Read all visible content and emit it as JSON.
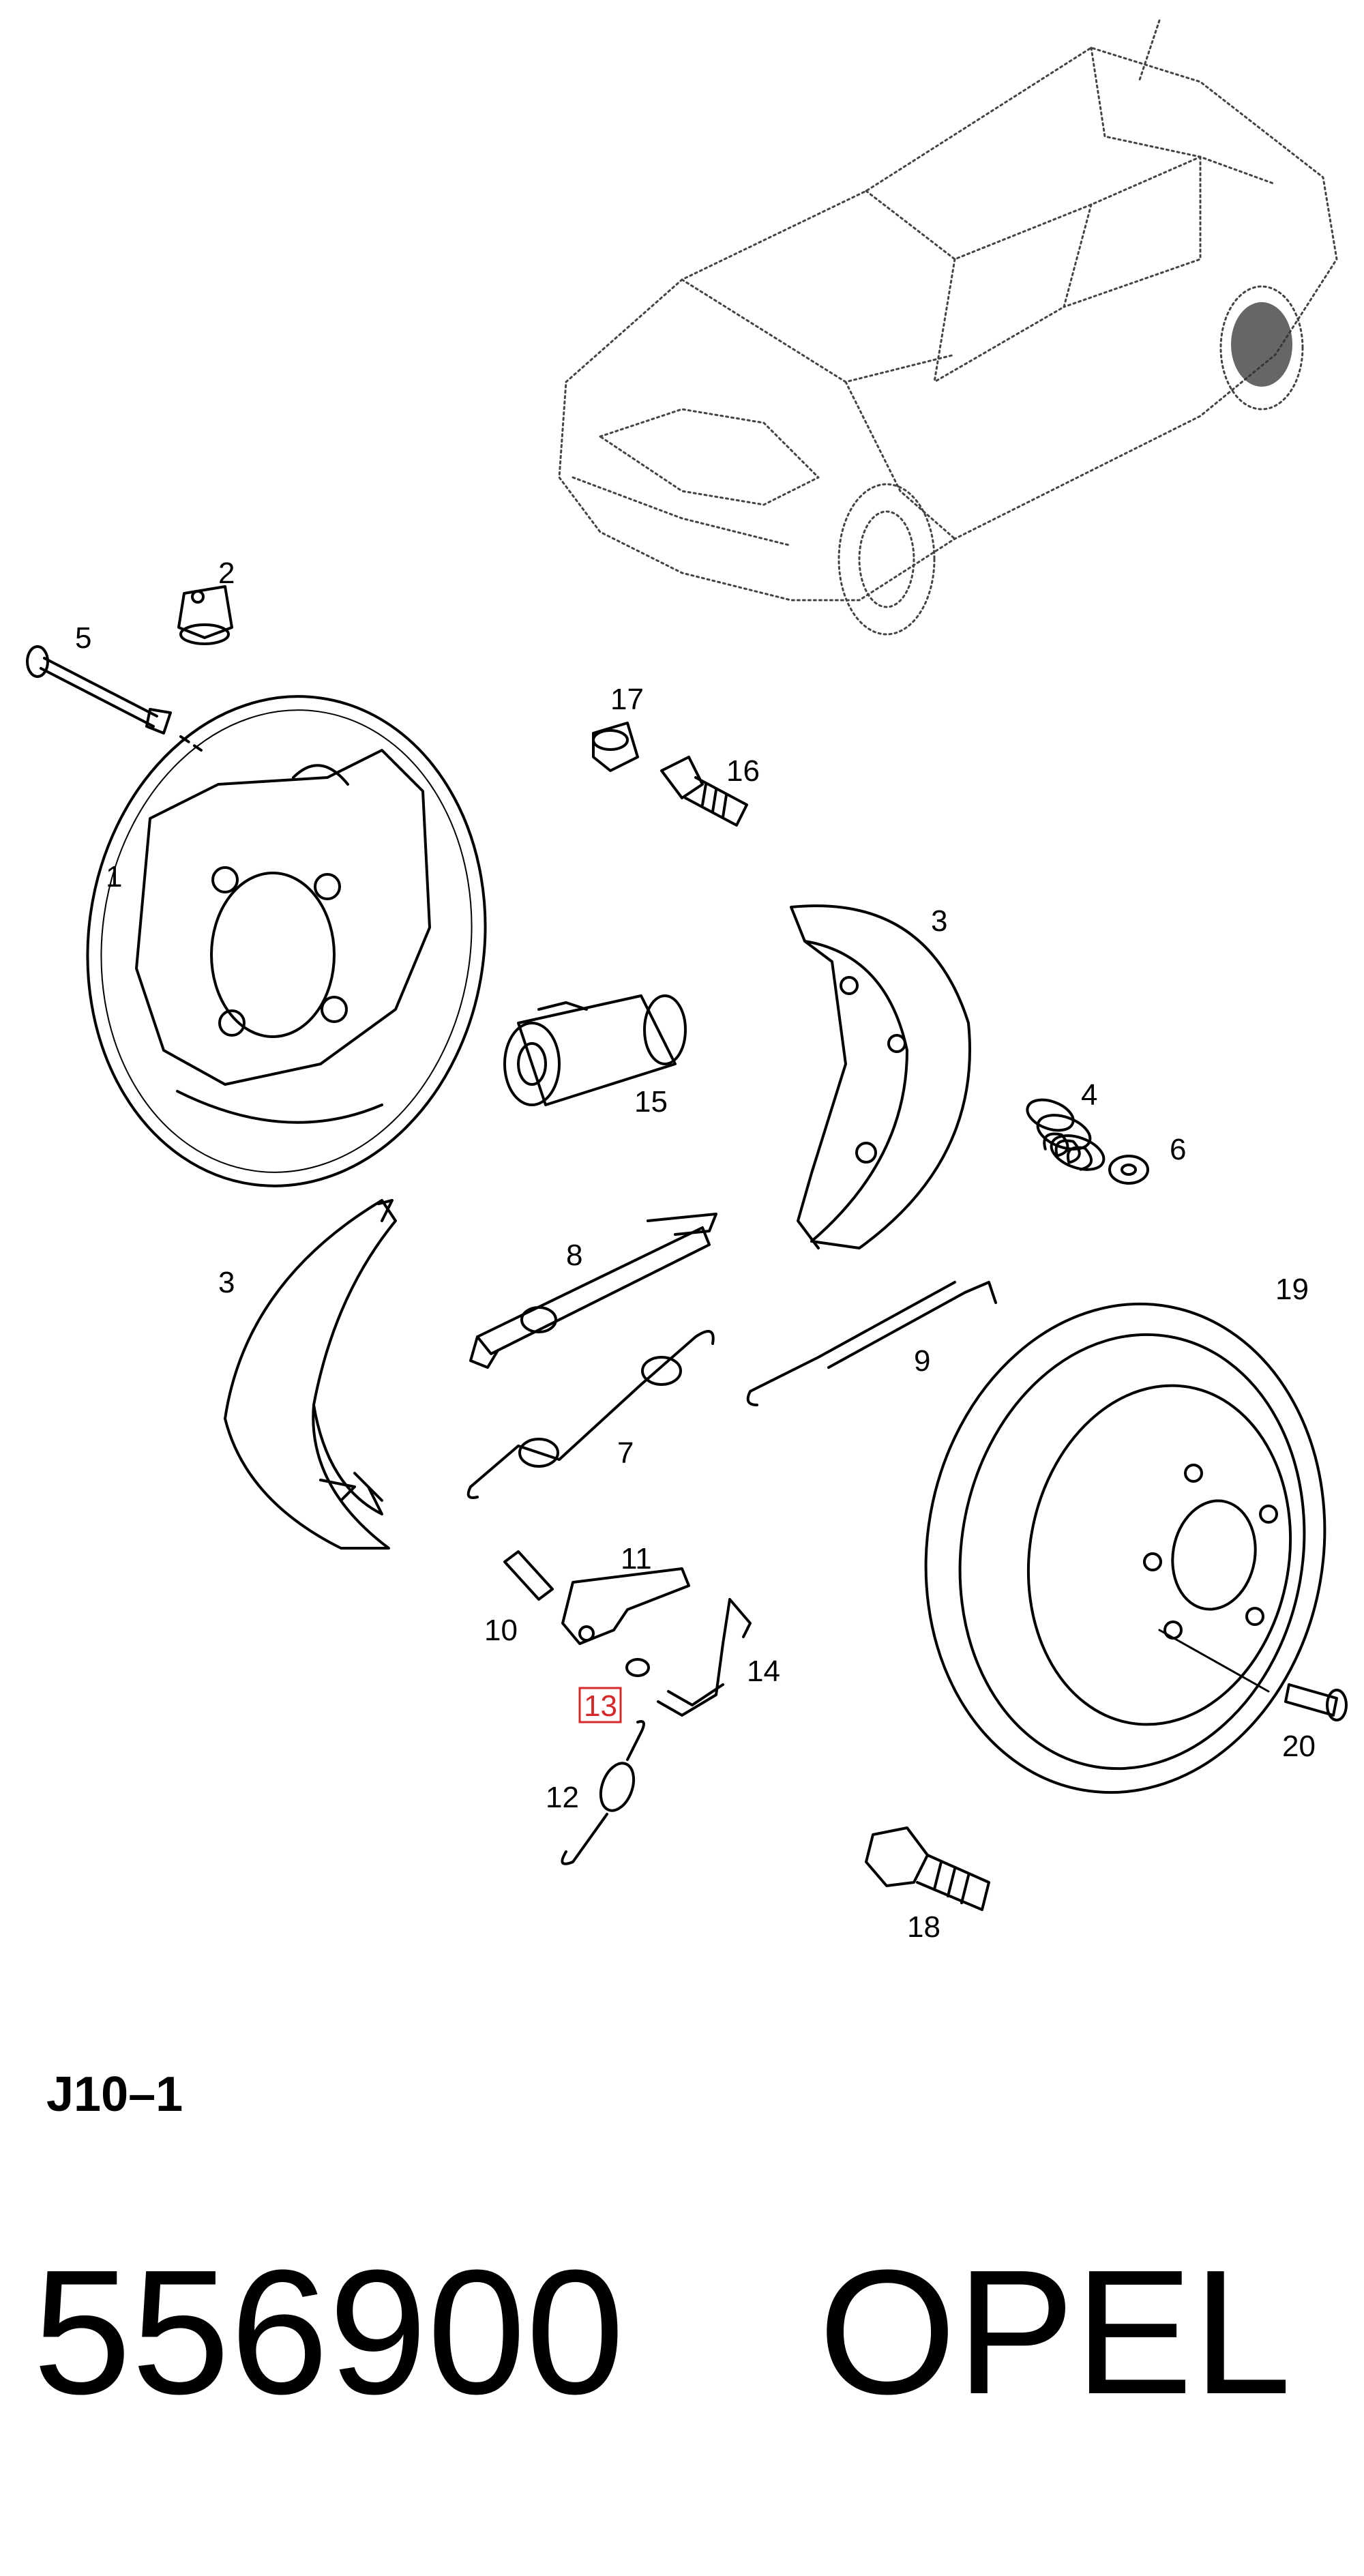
{
  "diagram": {
    "callouts": [
      {
        "id": "c1",
        "text": "1"
      },
      {
        "id": "c2",
        "text": "2"
      },
      {
        "id": "c3a",
        "text": "3"
      },
      {
        "id": "c3b",
        "text": "3"
      },
      {
        "id": "c4",
        "text": "4"
      },
      {
        "id": "c5",
        "text": "5"
      },
      {
        "id": "c6",
        "text": "6"
      },
      {
        "id": "c7",
        "text": "7"
      },
      {
        "id": "c8",
        "text": "8"
      },
      {
        "id": "c9",
        "text": "9"
      },
      {
        "id": "c10",
        "text": "10"
      },
      {
        "id": "c11",
        "text": "11"
      },
      {
        "id": "c12",
        "text": "12"
      },
      {
        "id": "c13",
        "text": "13"
      },
      {
        "id": "c14",
        "text": "14"
      },
      {
        "id": "c15",
        "text": "15"
      },
      {
        "id": "c16",
        "text": "16"
      },
      {
        "id": "c17",
        "text": "17"
      },
      {
        "id": "c18",
        "text": "18"
      },
      {
        "id": "c19",
        "text": "19"
      },
      {
        "id": "c20",
        "text": "20"
      }
    ],
    "highlighted_callout": "13",
    "highlight_color": "#d62828"
  },
  "page_code": "J10–1",
  "part_number": "556900",
  "brand": "OPEL"
}
